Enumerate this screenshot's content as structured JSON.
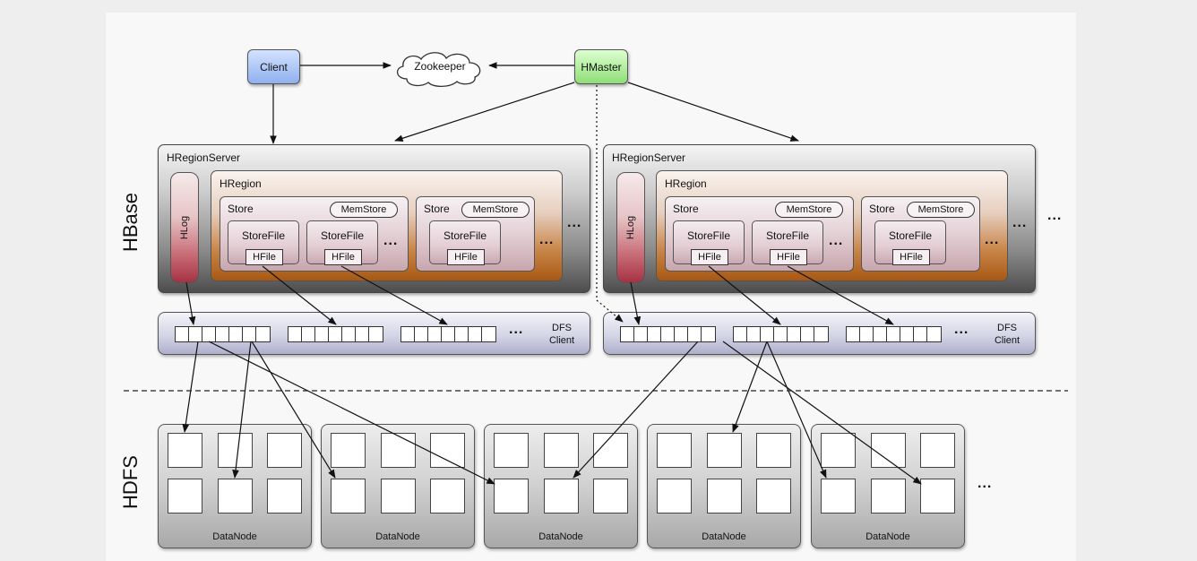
{
  "top": {
    "client": "Client",
    "zookeeper": "Zookeeper",
    "hmaster": "HMaster"
  },
  "sections": {
    "hbase": "HBase",
    "hdfs": "HDFS"
  },
  "region_servers": [
    {
      "title": "HRegionServer",
      "hlog": "HLog",
      "hregion": "HRegion",
      "stores": [
        {
          "title": "Store",
          "memstore": "MemStore",
          "storefiles": [
            {
              "name": "StoreFile",
              "hfile": "HFile"
            },
            {
              "name": "StoreFile",
              "hfile": "HFile"
            }
          ],
          "more": "..."
        },
        {
          "title": "Store",
          "memstore": "MemStore",
          "storefiles": [
            {
              "name": "StoreFile",
              "hfile": "HFile"
            }
          ],
          "more": "..."
        }
      ],
      "more": "...",
      "dfs_client": "DFS\nClient",
      "dfs_more": "..."
    },
    {
      "title": "HRegionServer",
      "hlog": "HLog",
      "hregion": "HRegion",
      "stores": [
        {
          "title": "Store",
          "memstore": "MemStore",
          "storefiles": [
            {
              "name": "StoreFile",
              "hfile": "HFile"
            },
            {
              "name": "StoreFile",
              "hfile": "HFile"
            }
          ],
          "more": "..."
        },
        {
          "title": "Store",
          "memstore": "MemStore",
          "storefiles": [
            {
              "name": "StoreFile",
              "hfile": "HFile"
            }
          ],
          "more": "..."
        }
      ],
      "more": "...",
      "dfs_client": "DFS\nClient",
      "dfs_more": "..."
    }
  ],
  "rs_more": "...",
  "datanodes": [
    {
      "label": "DataNode"
    },
    {
      "label": "DataNode"
    },
    {
      "label": "DataNode"
    },
    {
      "label": "DataNode"
    },
    {
      "label": "DataNode"
    }
  ],
  "datanode_more": "..."
}
